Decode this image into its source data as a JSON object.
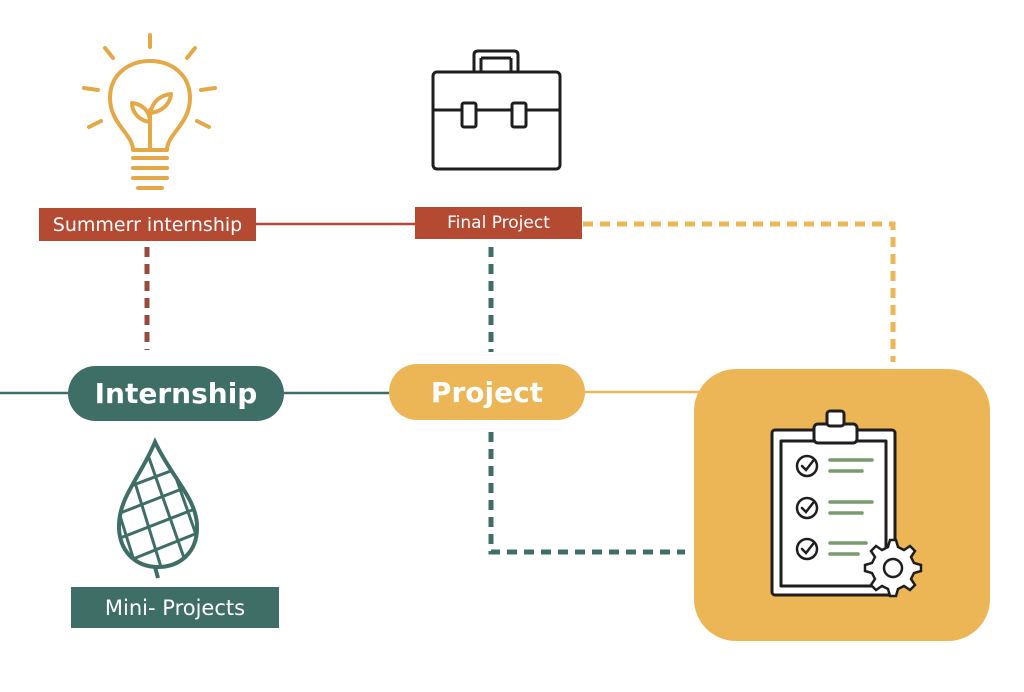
{
  "labels": {
    "summer_internship": "Summerr internship",
    "final_project": "Final Project",
    "mini_projects": "Mini- Projects"
  },
  "nodes": {
    "internship": "Internship",
    "project": "Project"
  },
  "icons": {
    "summer_internship": "lightbulb-sprout-icon",
    "final_project": "briefcase-icon",
    "mini_projects": "leaf-grid-icon",
    "task_card": "clipboard-checklist-gear-icon"
  },
  "colors": {
    "rust": "#b54a33",
    "teal": "#3f6e67",
    "gold": "#ecb656",
    "dark": "#1e1e1e"
  }
}
